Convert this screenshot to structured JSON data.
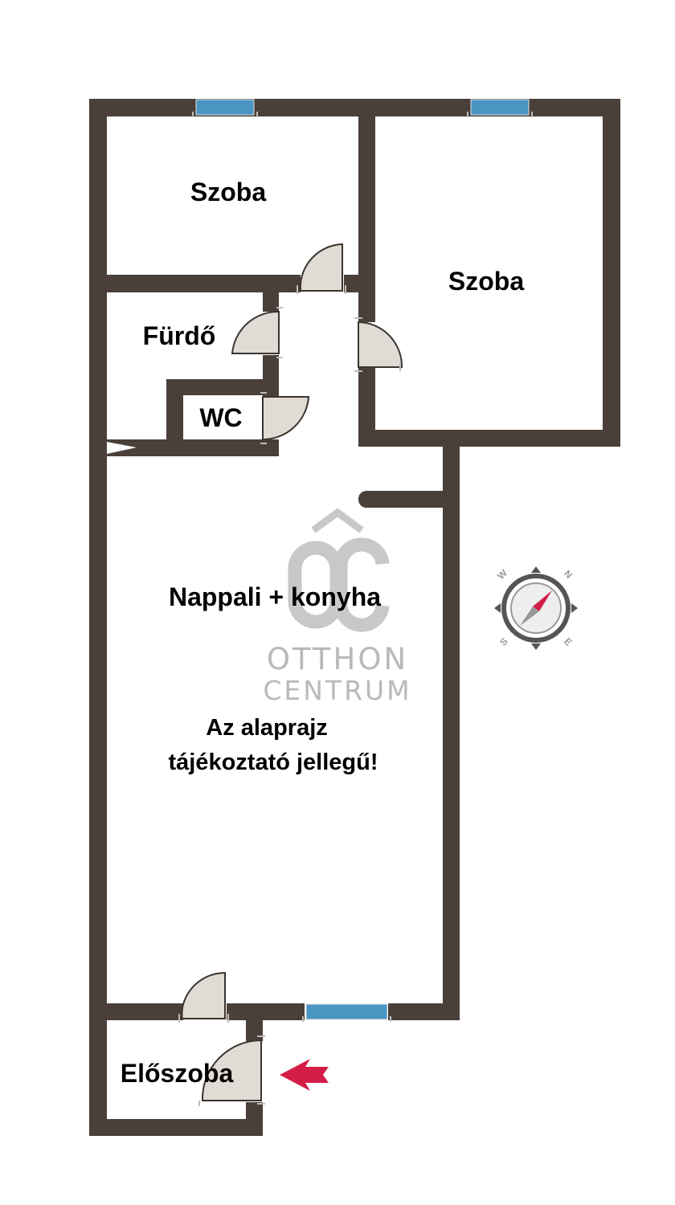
{
  "rooms": {
    "szoba_1": "Szoba",
    "szoba_2": "Szoba",
    "furdo": "Fürdő",
    "wc": "WC",
    "nappali": "Nappali + konyha",
    "eloszoba": "Előszoba"
  },
  "notice": {
    "line1": "Az alaprajz",
    "line2": "tájékoztató jellegű!"
  },
  "watermark": {
    "line1": "OTTHON",
    "line2": "CENTRUM"
  },
  "compass": {
    "n": "N",
    "e": "E",
    "s": "S",
    "w": "W"
  },
  "colors": {
    "wall": "#4a3f39",
    "window": "#4a95c2",
    "door_fill": "#c9beb2",
    "entrance_arrow": "#d31f47",
    "watermark": "#b9b9b9"
  }
}
